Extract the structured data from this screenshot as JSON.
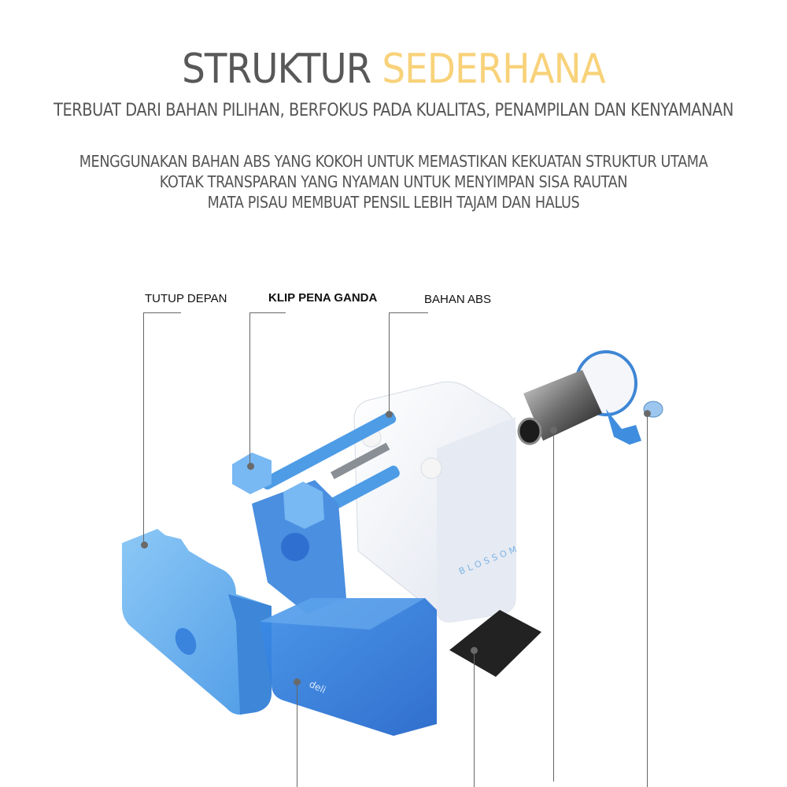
{
  "header": {
    "title_part1": "STRUKTUR",
    "title_part2": "SEDERHANA",
    "subtitle": "TERBUAT DARI BAHAN PILIHAN, BERFOKUS PADA KUALITAS, PENAMPILAN DAN KENYAMANAN"
  },
  "features": [
    "MENGGUNAKAN BAHAN ABS YANG KOKOH UNTUK MEMASTIKAN KEKUATAN STRUKTUR UTAMA",
    "KOTAK TRANSPARAN YANG NYAMAN UNTUK MENYIMPAN SISA RAUTAN",
    "MATA PISAU MEMBUAT PENSIL LEBIH TAJAM DAN HALUS"
  ],
  "callouts": {
    "front_cover": "TUTUP DEPAN",
    "double_clip": "KLIP PENA GANDA",
    "abs_material": "BAHAN ABS"
  },
  "product": {
    "brand_body": "BLOSSOM",
    "brand_box": "deli"
  },
  "colors": {
    "title_dark": "#585858",
    "title_accent": "#f8d27a",
    "text": "#555555",
    "part_blue": "#5aa8ea",
    "part_blue_dark": "#2f7fd6",
    "body_white": "#eef1f6"
  }
}
